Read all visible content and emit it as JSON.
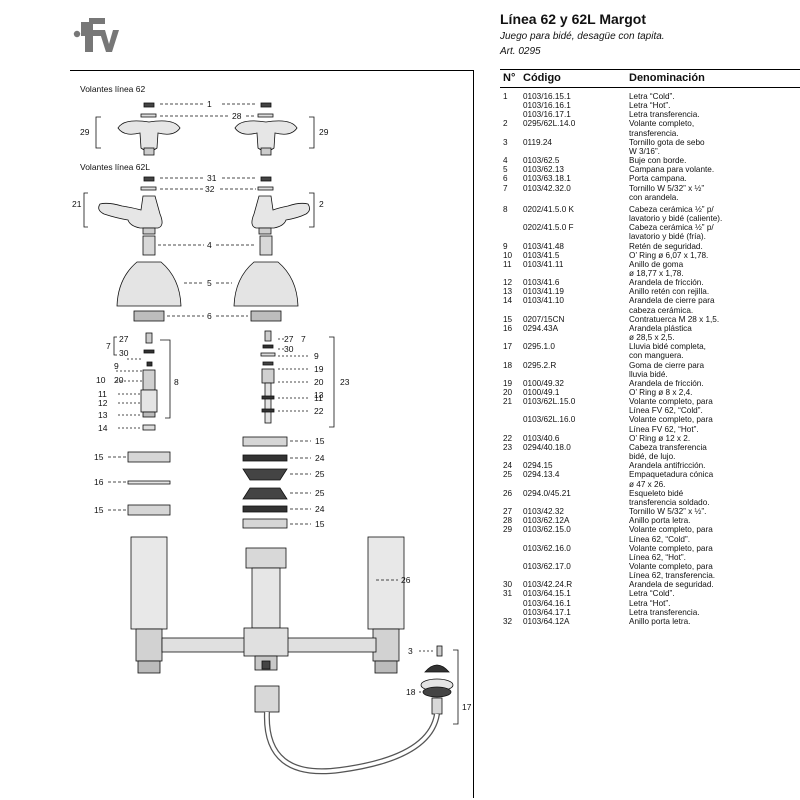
{
  "header": {
    "logo_text": "fv",
    "title": "Línea 62 y 62L Margot",
    "subtitle": "Juego para bidé, desagüe con tapita.",
    "article": "Art. 0295"
  },
  "diagram": {
    "section_labels": [
      "Volantes línea 62",
      "Volantes línea 62L"
    ],
    "callouts": {
      "n1": "1",
      "n28": "28",
      "n29a": "29",
      "n29b": "29",
      "n31": "31",
      "n32": "32",
      "n21": "21",
      "n2": "2",
      "n4": "4",
      "n5": "5",
      "n6": "6",
      "n7a": "7",
      "n27a": "27",
      "n30a": "30",
      "n9a": "9",
      "n10a": "10",
      "n20a": "20",
      "n11a": "11",
      "n12a": "12",
      "n13a": "13",
      "n14a": "14",
      "n8": "8",
      "n27b": "27",
      "n7b": "7",
      "n30b": "30",
      "n9b": "9",
      "n19b": "19",
      "n20b": "20",
      "n13b": "13",
      "n11b": "11",
      "n22b": "22",
      "n23": "23",
      "n15r1": "15",
      "n24r1": "24",
      "n25r1": "25",
      "n25r2": "25",
      "n24r2": "24",
      "n15r2": "15",
      "n15l1": "15",
      "n16": "16",
      "n15l2": "15",
      "n26": "26",
      "n3": "3",
      "n18": "18",
      "n17": "17"
    }
  },
  "table": {
    "headers": {
      "no": "N°",
      "code": "Código",
      "name": "Denominación"
    },
    "rows": [
      {
        "no": "1",
        "code": "0103/16.15.1",
        "name": "Letra “Cold”."
      },
      {
        "no": "",
        "code": "0103/16.16.1",
        "name": "Letra “Hot”."
      },
      {
        "no": "",
        "code": "0103/16.17.1",
        "name": "Letra transferencia."
      },
      {
        "no": "2",
        "code": "0295/62L.14.0",
        "name": "Volante completo,\ntransferencia."
      },
      {
        "no": "3",
        "code": "0119.24",
        "name": "Tornillo gota de sebo\nW 3/16”."
      },
      {
        "no": "4",
        "code": "0103/62.5",
        "name": "Buje con borde."
      },
      {
        "no": "5",
        "code": "0103/62.13",
        "name": "Campana para volante."
      },
      {
        "no": "6",
        "code": "0103/63.18.1",
        "name": "Porta campana."
      },
      {
        "no": "7",
        "code": "0103/42.32.0",
        "name": "Tornillo W 5/32” x ½”\ncon arandela."
      },
      {
        "no": "8",
        "code": "0202/41.5.0 K",
        "name": "Cabeza cerámica ½” p/\nlavatorio y bidé (caliente).",
        "gap": true
      },
      {
        "no": "",
        "code": "0202/41.5.0 F",
        "name": "Cabeza cerámica ½” p/\nlavatorio y bidé (fría)."
      },
      {
        "no": "9",
        "code": "0103/41.48",
        "name": "Retén de seguridad."
      },
      {
        "no": "10",
        "code": "0103/41.5",
        "name": "O’ Ring ø 6,07 x 1,78."
      },
      {
        "no": "11",
        "code": "0103/41.11",
        "name": "Anillo de goma\nø 18,77 x 1,78."
      },
      {
        "no": "12",
        "code": "0103/41.6",
        "name": "Arandela de fricción."
      },
      {
        "no": "13",
        "code": "0103/41.19",
        "name": "Anillo retén con rejilla."
      },
      {
        "no": "14",
        "code": "0103/41.10",
        "name": "Arandela de cierre para\ncabeza cerámica."
      },
      {
        "no": "15",
        "code": "0207/15CN",
        "name": "Contratuerca M 28 x 1,5."
      },
      {
        "no": "16",
        "code": "0294.43A",
        "name": "Arandela plástica\nø 28,5 x 2,5."
      },
      {
        "no": "17",
        "code": "0295.1.0",
        "name": "Lluvia bidé completa,\ncon manguera."
      },
      {
        "no": "18",
        "code": "0295.2.R",
        "name": "Goma de cierre para\nlluvia bidé."
      },
      {
        "no": "19",
        "code": "0100/49.32",
        "name": "Arandela de fricción."
      },
      {
        "no": "20",
        "code": "0100/49.1",
        "name": "O’ Ring ø 8 x 2,4."
      },
      {
        "no": "21",
        "code": "0103/62L.15.0",
        "name": "Volante completo, para\nLínea FV 62, “Cold”."
      },
      {
        "no": "",
        "code": "0103/62L.16.0",
        "name": "Volante completo, para\nLínea FV 62, “Hot”."
      },
      {
        "no": "22",
        "code": "0103/40.6",
        "name": "O’ Ring ø 12 x 2."
      },
      {
        "no": "23",
        "code": "0294/40.18.0",
        "name": "Cabeza transferencia\nbidé, de lujo."
      },
      {
        "no": "24",
        "code": "0294.15",
        "name": "Arandela antifricción."
      },
      {
        "no": "25",
        "code": "0294.13.4",
        "name": "Empaquetadura cónica\nø 47 x 26."
      },
      {
        "no": "26",
        "code": "0294.0/45.21",
        "name": "Esqueleto bidé\ntransferencia soldado."
      },
      {
        "no": "27",
        "code": "0103/42.32",
        "name": "Tornillo W 5/32” x ½”."
      },
      {
        "no": "28",
        "code": "0103/62.12A",
        "name": "Anillo porta letra."
      },
      {
        "no": "29",
        "code": "0103/62.15.0",
        "name": "Volante completo, para\nLínea 62, “Cold”."
      },
      {
        "no": "",
        "code": "0103/62.16.0",
        "name": "Volante completo, para\nLínea 62, “Hot”."
      },
      {
        "no": "",
        "code": "0103/62.17.0",
        "name": "Volante completo, para\nLínea 62, transferencia."
      },
      {
        "no": "30",
        "code": "0103/42.24.R",
        "name": "Arandela de seguridad."
      },
      {
        "no": "31",
        "code": "0103/64.15.1",
        "name": "Letra “Cold”."
      },
      {
        "no": "",
        "code": "0103/64.16.1",
        "name": "Letra “Hot”."
      },
      {
        "no": "",
        "code": "0103/64.17.1",
        "name": "Letra transferencia."
      },
      {
        "no": "32",
        "code": "0103/64.12A",
        "name": "Anillo porta letra."
      }
    ]
  }
}
